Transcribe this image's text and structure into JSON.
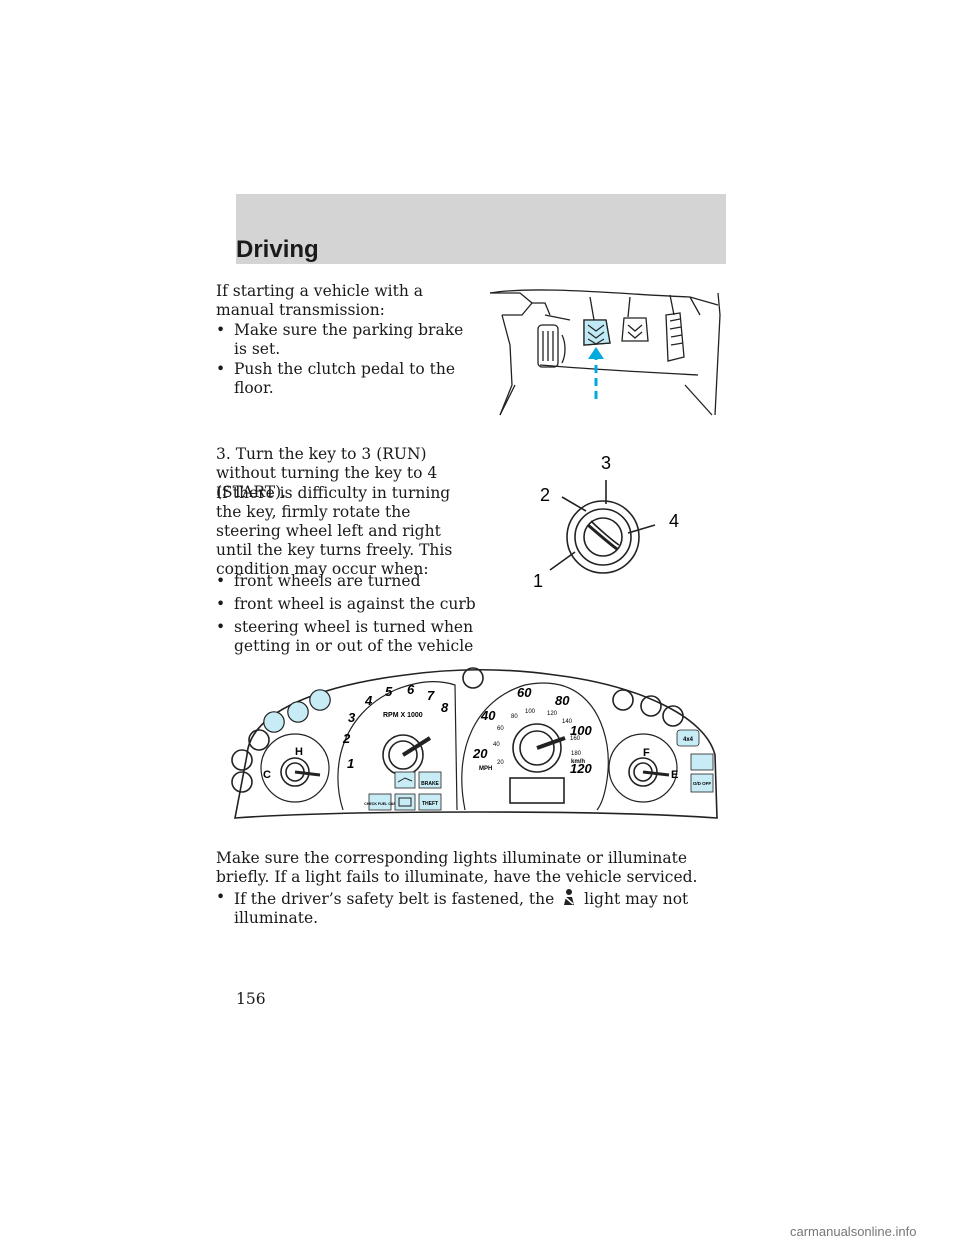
{
  "header": {
    "title": "Driving"
  },
  "left_column": {
    "intro": "If starting a vehicle with a manual transmission:",
    "manual_bullets": [
      "Make sure the parking brake is set.",
      "Push the clutch pedal to the floor."
    ],
    "step3": "3. Turn the key to 3 (RUN) without turning the key to 4 (START).",
    "difficulty": "If there is difficulty in turning the key, firmly rotate the steering wheel left and right until the key turns freely. This condition may occur when:",
    "condition_bullets": [
      "front wheels are turned",
      "front wheel is against the curb",
      "steering wheel is turned when getting in or out of the vehicle"
    ]
  },
  "ignition_figure": {
    "positions": [
      "1",
      "2",
      "3",
      "4"
    ]
  },
  "cluster_figure": {
    "tach_label": "RPM X 1000",
    "tach_numbers": [
      "1",
      "2",
      "3",
      "4",
      "5",
      "6",
      "7",
      "8"
    ],
    "speed_mph": [
      "20",
      "40",
      "60",
      "80",
      "100",
      "120"
    ],
    "speed_mph_label": "MPH",
    "speed_kmh": [
      "20",
      "40",
      "60",
      "80",
      "100",
      "120",
      "140",
      "160",
      "180"
    ],
    "speed_kmh_label": "km/h",
    "temp_labels": {
      "hot": "H",
      "cold": "C"
    },
    "fuel_labels": {
      "full": "F",
      "empty": "E"
    },
    "warning_labels": {
      "brake": "BRAKE",
      "theft": "THEFT",
      "check_fuel_cap": "CHECK FUEL CAP",
      "four_by_four": "4x4",
      "od_off": "O/D OFF"
    }
  },
  "lights_check": "Make sure the corresponding lights illuminate or illuminate briefly. If a light fails to illuminate, have the vehicle serviced.",
  "belt_note": {
    "before": "If the driver’s safety belt is fastened, the",
    "after": "light may not illuminate."
  },
  "page_number": "156",
  "watermark": "carmanualsonline.info",
  "colors": {
    "header_band": "#d4d4d4",
    "accent_cyan": "#00aadd",
    "warning_light": "#c8ecf5"
  }
}
